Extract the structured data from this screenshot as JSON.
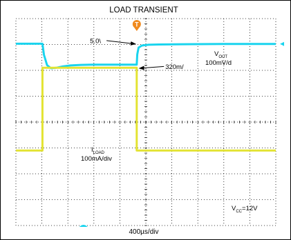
{
  "chart_data": {
    "type": "line",
    "title": "LOAD TRANSIENT",
    "xlabel": "400µs/div",
    "x_divisions": 10,
    "y_divisions": 8,
    "grid": true,
    "trigger_marker": "T",
    "colors": {
      "vout": "#19d4ee",
      "iload": "#e3e332",
      "grid": "#000000",
      "marker": "#f08a1e"
    },
    "series": [
      {
        "key": "vout",
        "label_main": "V",
        "label_sub": "OUT",
        "label_scale": "100mV/d",
        "x": [
          0,
          1.02,
          1.08,
          1.2,
          1.35,
          1.55,
          1.8,
          2.1,
          2.5,
          3.0,
          3.6,
          4.2,
          4.65,
          4.67,
          4.72,
          4.85,
          5.1,
          5.5,
          6.5,
          8.0,
          10.0
        ],
        "y": [
          3.03,
          3.03,
          2.6,
          2.2,
          2.08,
          2.1,
          2.15,
          2.19,
          2.21,
          2.22,
          2.22,
          2.22,
          2.22,
          2.62,
          2.88,
          2.96,
          2.99,
          3.0,
          3.01,
          3.02,
          3.02
        ]
      },
      {
        "key": "iload",
        "label_main": "I",
        "label_sub": "LOAD",
        "label_scale": "100mA/div",
        "x": [
          0,
          1.02,
          1.02,
          4.65,
          4.65,
          10.0
        ],
        "y": [
          -1.1,
          -1.1,
          2.1,
          2.1,
          -1.1,
          -1.1
        ]
      }
    ],
    "annotations": [
      {
        "text": "5.0\\",
        "x": 2.85,
        "y": 3.15,
        "arrow_to": [
          4.6,
          3.02
        ]
      },
      {
        "text": "320m/",
        "x": 5.75,
        "y": 2.15,
        "arrow_to": [
          4.75,
          2.08
        ]
      }
    ],
    "condition": {
      "label_main": "V",
      "label_sub": "CC",
      "label_rest": "=12V"
    }
  }
}
